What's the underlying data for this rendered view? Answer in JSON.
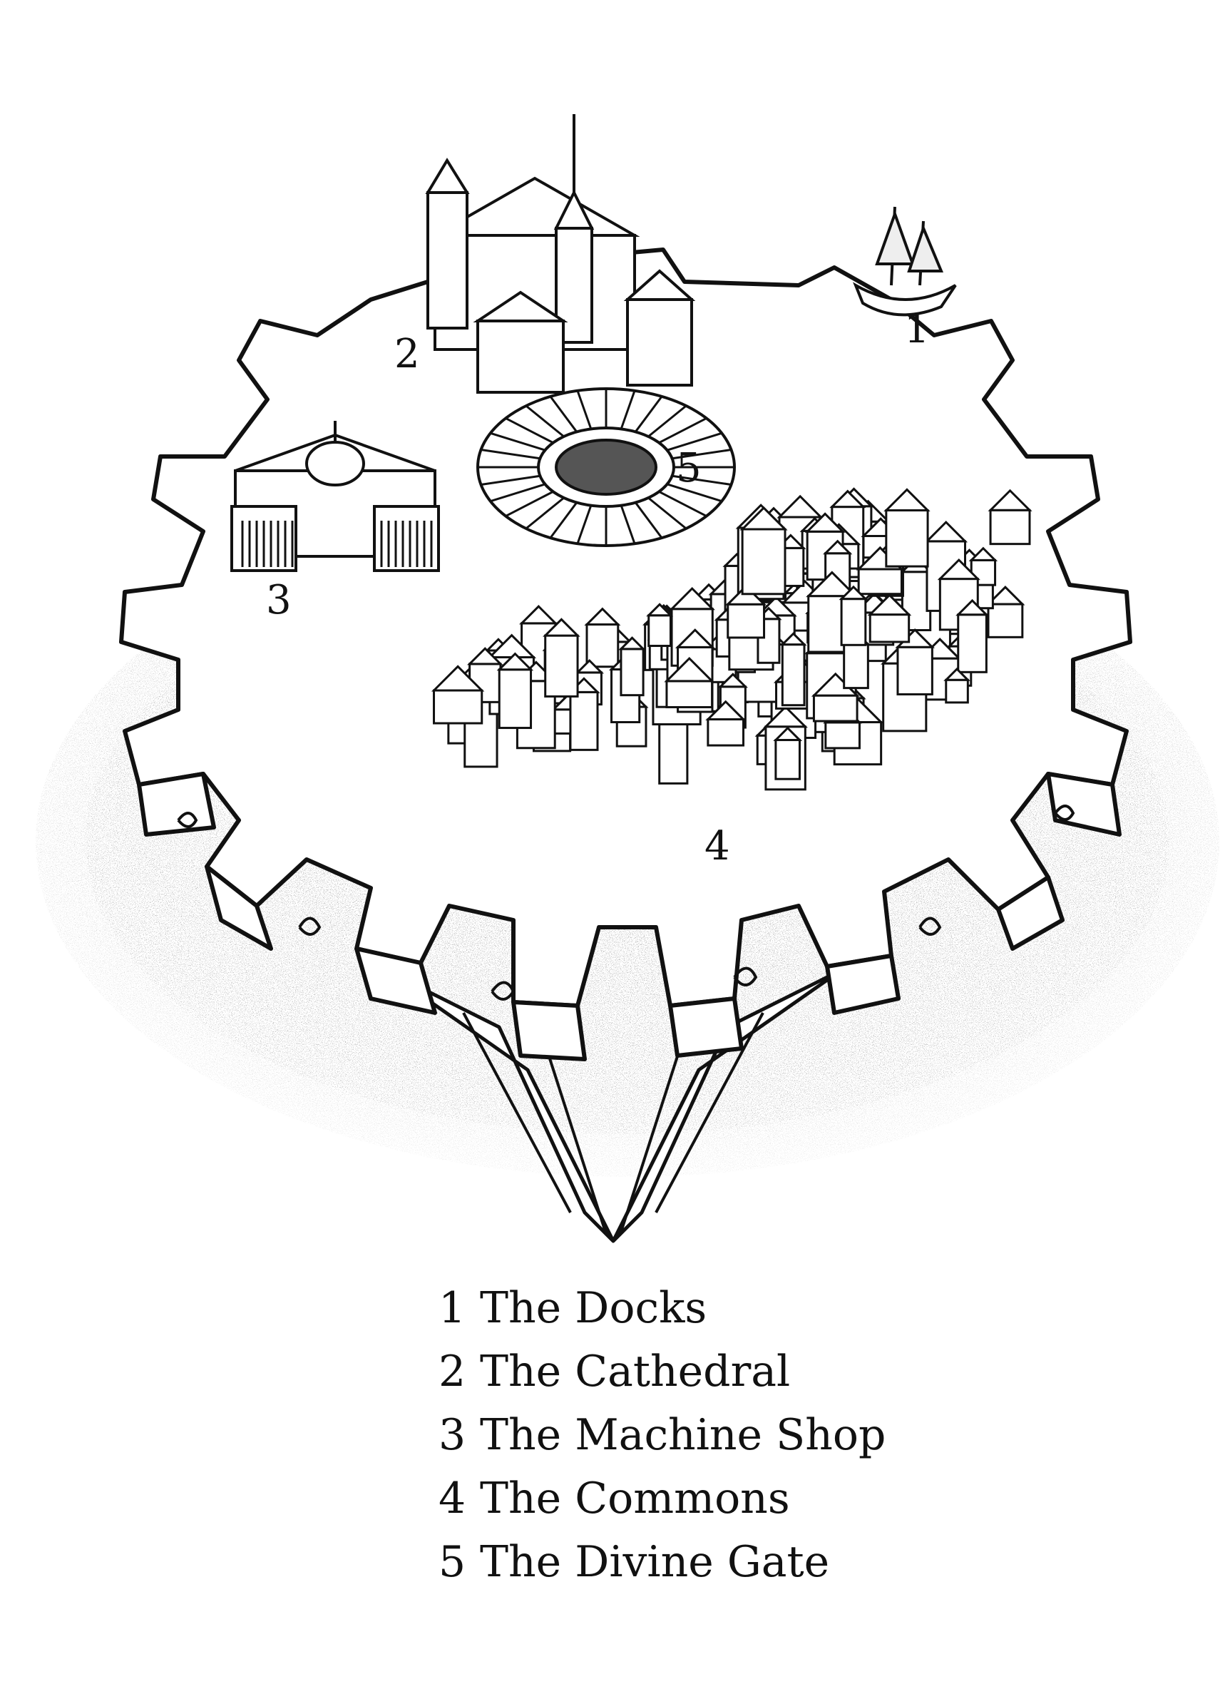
{
  "map": {
    "markers": [
      {
        "id": "1",
        "label": "1"
      },
      {
        "id": "2",
        "label": "2"
      },
      {
        "id": "3",
        "label": "3"
      },
      {
        "id": "4",
        "label": "4"
      },
      {
        "id": "5",
        "label": "5"
      }
    ]
  },
  "legend": [
    {
      "num": "1",
      "name": "The Docks"
    },
    {
      "num": "2",
      "name": "The Cathedral"
    },
    {
      "num": "3",
      "name": "The Machine Shop"
    },
    {
      "num": "4",
      "name": "The Commons"
    },
    {
      "num": "5",
      "name": "The Divine Gate"
    }
  ],
  "colors": {
    "ink": "#111111",
    "paper": "#ffffff",
    "stipple": "#6f6f6f"
  }
}
